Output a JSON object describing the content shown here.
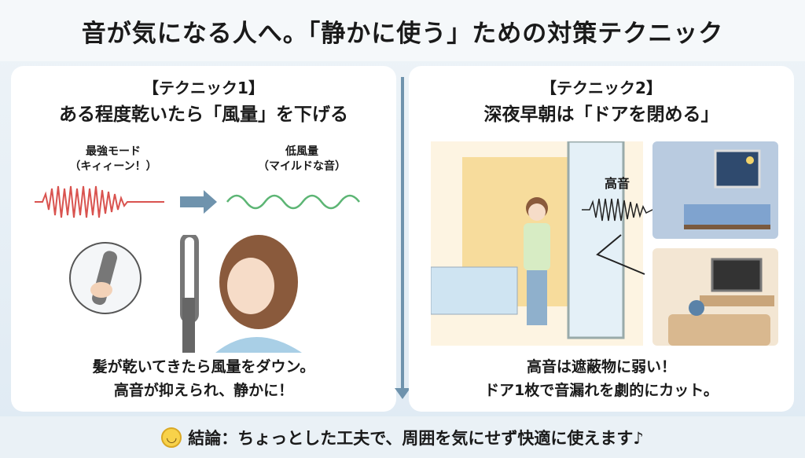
{
  "title": "音が気になる人へ。「静かに使う」ための対策テクニック",
  "left": {
    "heading": "【テクニック1】",
    "subheading": "ある程度乾いたら「風量」を下げる",
    "strong_label": "最強モード",
    "strong_sub": "（キィィーン！）",
    "low_label": "低風量",
    "low_sub": "（マイルドな音）",
    "caption_line1": "髪が乾いてきたら風量をダウン。",
    "caption_line2": "高音が抑えられ、静かに！"
  },
  "right": {
    "heading": "【テクニック2】",
    "subheading": "深夜早朝は「ドアを閉める」",
    "sound_label": "高音",
    "caption_line1": "高音は遮蔽物に弱い！",
    "caption_line2": "ドア1枚で音漏れを劇的にカット。"
  },
  "conclusion": "結論：ちょっとした工夫で、周囲を気にせず快適に使えます♪",
  "colors": {
    "accent": "#6f93ad",
    "loud_wave": "#d9534f",
    "soft_wave": "#5cb574"
  }
}
